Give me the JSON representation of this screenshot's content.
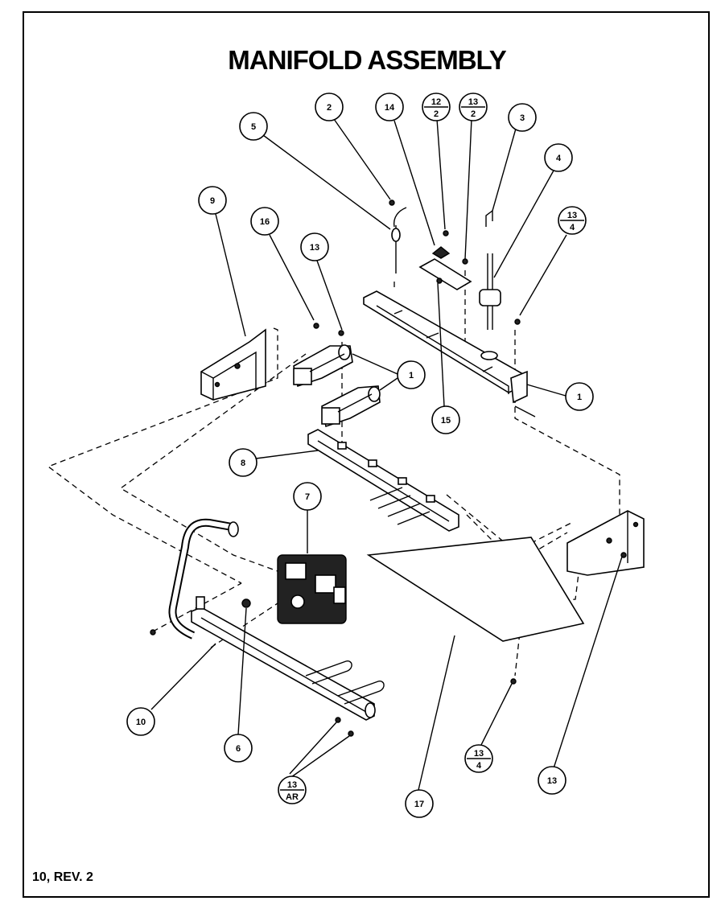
{
  "page": {
    "title": "MANIFOLD ASSEMBLY",
    "footer": "10, REV. 2"
  },
  "callouts": {
    "c1a": "1",
    "c1b": "1",
    "c2": "2",
    "c3": "3",
    "c4": "4",
    "c5": "5",
    "c6": "6",
    "c7": "7",
    "c8": "8",
    "c9": "9",
    "c10": "10",
    "c13a": "13",
    "c13b": "13",
    "c14": "14",
    "c15": "15",
    "c16": "16",
    "c17": "17",
    "f12_2": {
      "num": "12",
      "den": "2"
    },
    "f13_2": {
      "num": "13",
      "den": "2"
    },
    "f13_4a": {
      "num": "13",
      "den": "4"
    },
    "f13_4b": {
      "num": "13",
      "den": "4"
    },
    "f13_ar": {
      "num": "13",
      "den": "AR"
    }
  }
}
